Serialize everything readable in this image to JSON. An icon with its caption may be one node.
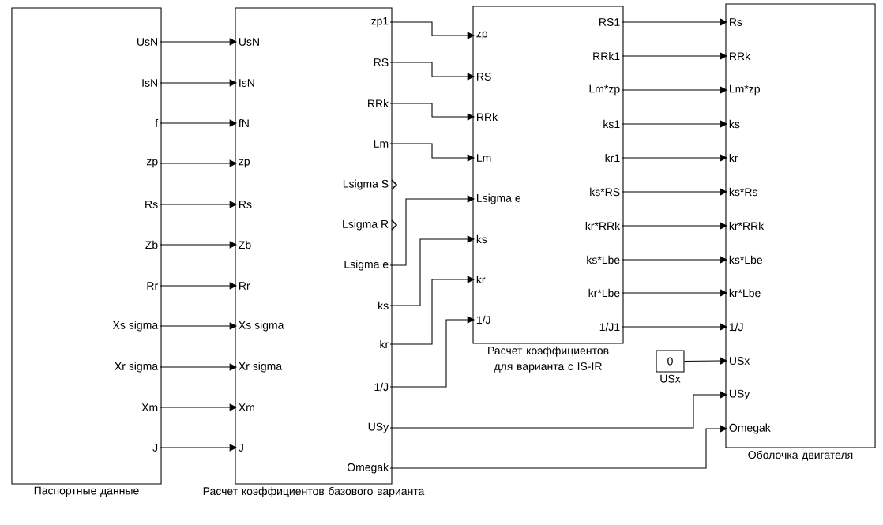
{
  "diagram": {
    "nodes": [
      {
        "text": [
          "Паспортные данные"
        ]
      },
      {
        "text": [
          "UsN"
        ],
        "in": 0
      },
      {
        "text": [
          "IsN"
        ],
        "in": 0
      },
      {
        "text": [
          "f"
        ],
        "in": 0
      },
      {
        "text": [
          "zp"
        ],
        "in": 0
      },
      {
        "text": [
          "Rs"
        ],
        "in": 0
      },
      {
        "text": [
          "Zb"
        ],
        "in": 0
      },
      {
        "text": [
          "Rr"
        ],
        "in": 0
      },
      {
        "text": [
          "Xs sigma"
        ],
        "in": 0
      },
      {
        "text": [
          "Xr sigma"
        ],
        "in": 0
      },
      {
        "text": [
          "Xm"
        ],
        "in": 0
      },
      {
        "text": [
          "J"
        ],
        "in": 0
      },
      {
        "text": [
          "Расчет коэффициентов базового варианта"
        ]
      },
      {
        "text": [
          "UsN"
        ],
        "in": 12
      },
      {
        "text": [
          "IsN"
        ],
        "in": 12
      },
      {
        "text": [
          "fN"
        ],
        "in": 12
      },
      {
        "text": [
          "zp"
        ],
        "in": 12
      },
      {
        "text": [
          "Rs"
        ],
        "in": 12
      },
      {
        "text": [
          "Zb"
        ],
        "in": 12
      },
      {
        "text": [
          "Rr"
        ],
        "in": 12
      },
      {
        "text": [
          "Xs sigma"
        ],
        "in": 12
      },
      {
        "text": [
          "Xr sigma"
        ],
        "in": 12
      },
      {
        "text": [
          "Xm"
        ],
        "in": 12
      },
      {
        "text": [
          "J"
        ],
        "in": 12
      },
      {
        "text": [
          "zp1"
        ],
        "in": 12
      },
      {
        "text": [
          "RS"
        ],
        "in": 12
      },
      {
        "text": [
          "RRk"
        ],
        "in": 12
      },
      {
        "text": [
          "Lm"
        ],
        "in": 12
      },
      {
        "text": [
          "Lsigma S"
        ],
        "in": 12
      },
      {
        "text": [
          "Lsigma R"
        ],
        "in": 12
      },
      {
        "text": [
          "Lsigma e"
        ],
        "in": 12
      },
      {
        "text": [
          "ks"
        ],
        "in": 12
      },
      {
        "text": [
          "kr"
        ],
        "in": 12
      },
      {
        "text": [
          "1/J"
        ],
        "in": 12
      },
      {
        "text": [
          "USy"
        ],
        "in": 12
      },
      {
        "text": [
          "Omegak"
        ],
        "in": 12
      },
      {
        "text": [
          "Расчет коэффициентов",
          "для варианта с IS-IR"
        ]
      },
      {
        "text": [
          "zp"
        ],
        "in": 36
      },
      {
        "text": [
          "RS"
        ],
        "in": 36
      },
      {
        "text": [
          "RRk"
        ],
        "in": 36
      },
      {
        "text": [
          "Lm"
        ],
        "in": 36
      },
      {
        "text": [
          "Lsigma e"
        ],
        "in": 36
      },
      {
        "text": [
          "ks"
        ],
        "in": 36
      },
      {
        "text": [
          "kr"
        ],
        "in": 36
      },
      {
        "text": [
          "1/J"
        ],
        "in": 36
      },
      {
        "text": [
          "RS1"
        ],
        "in": 36
      },
      {
        "text": [
          "RRk1"
        ],
        "in": 36
      },
      {
        "text": [
          "Lm*zp"
        ],
        "in": 36
      },
      {
        "text": [
          "ks1"
        ],
        "in": 36
      },
      {
        "text": [
          "kr1"
        ],
        "in": 36
      },
      {
        "text": [
          "ks*RS"
        ],
        "in": 36
      },
      {
        "text": [
          "kr*RRk"
        ],
        "in": 36
      },
      {
        "text": [
          "ks*Lbe"
        ],
        "in": 36
      },
      {
        "text": [
          "kr*Lbe"
        ],
        "in": 36
      },
      {
        "text": [
          "1/J1"
        ],
        "in": 36
      },
      {
        "text": [
          "0"
        ],
        "beside": [
          "USx"
        ]
      },
      {
        "text": [
          "Оболочка двигателя"
        ]
      },
      {
        "text": [
          "Rs"
        ],
        "in": 56
      },
      {
        "text": [
          "RRk"
        ],
        "in": 56
      },
      {
        "text": [
          "Lm*zp"
        ],
        "in": 56
      },
      {
        "text": [
          "ks"
        ],
        "in": 56
      },
      {
        "text": [
          "kr"
        ],
        "in": 56
      },
      {
        "text": [
          "ks*Rs"
        ],
        "in": 56
      },
      {
        "text": [
          "kr*RRk"
        ],
        "in": 56
      },
      {
        "text": [
          "ks*Lbe"
        ],
        "in": 56
      },
      {
        "text": [
          "kr*Lbe"
        ],
        "in": 56
      },
      {
        "text": [
          "1/J"
        ],
        "in": 56
      },
      {
        "text": [
          "USx"
        ],
        "in": 56
      },
      {
        "text": [
          "USy"
        ],
        "in": 56
      },
      {
        "text": [
          "Omegak"
        ],
        "in": 56
      }
    ],
    "edges": [
      {
        "from": 1,
        "to": 13,
        "arrow": "to"
      },
      {
        "from": 2,
        "to": 14,
        "arrow": "to"
      },
      {
        "from": 3,
        "to": 15,
        "arrow": "to"
      },
      {
        "from": 4,
        "to": 16,
        "arrow": "to"
      },
      {
        "from": 5,
        "to": 17,
        "arrow": "to"
      },
      {
        "from": 6,
        "to": 18,
        "arrow": "to"
      },
      {
        "from": 7,
        "to": 19,
        "arrow": "to"
      },
      {
        "from": 8,
        "to": 20,
        "arrow": "to"
      },
      {
        "from": 9,
        "to": 21,
        "arrow": "to"
      },
      {
        "from": 10,
        "to": 22,
        "arrow": "to"
      },
      {
        "from": 11,
        "to": 23,
        "arrow": "to"
      },
      {
        "from": 24,
        "to": 37,
        "arrow": "to"
      },
      {
        "from": 25,
        "to": 38,
        "arrow": "to"
      },
      {
        "from": 26,
        "to": 39,
        "arrow": "to"
      },
      {
        "from": 27,
        "to": 40,
        "arrow": "to"
      },
      {
        "from": 30,
        "to": 41,
        "arrow": "to"
      },
      {
        "from": 31,
        "to": 42,
        "arrow": "to"
      },
      {
        "from": 32,
        "to": 43,
        "arrow": "to"
      },
      {
        "from": 33,
        "to": 44,
        "arrow": "to"
      },
      {
        "from": 45,
        "to": 57,
        "arrow": "to"
      },
      {
        "from": 46,
        "to": 58,
        "arrow": "to"
      },
      {
        "from": 47,
        "to": 59,
        "arrow": "to"
      },
      {
        "from": 48,
        "to": 60,
        "arrow": "to"
      },
      {
        "from": 49,
        "to": 61,
        "arrow": "to"
      },
      {
        "from": 50,
        "to": 62,
        "arrow": "to"
      },
      {
        "from": 51,
        "to": 63,
        "arrow": "to"
      },
      {
        "from": 52,
        "to": 64,
        "arrow": "to"
      },
      {
        "from": 53,
        "to": 65,
        "arrow": "to"
      },
      {
        "from": 54,
        "to": 66,
        "arrow": "to"
      },
      {
        "from": 55,
        "to": 67,
        "arrow": "to"
      },
      {
        "from": 34,
        "to": 68,
        "arrow": "to"
      },
      {
        "from": 35,
        "to": 69,
        "arrow": "to"
      }
    ]
  }
}
